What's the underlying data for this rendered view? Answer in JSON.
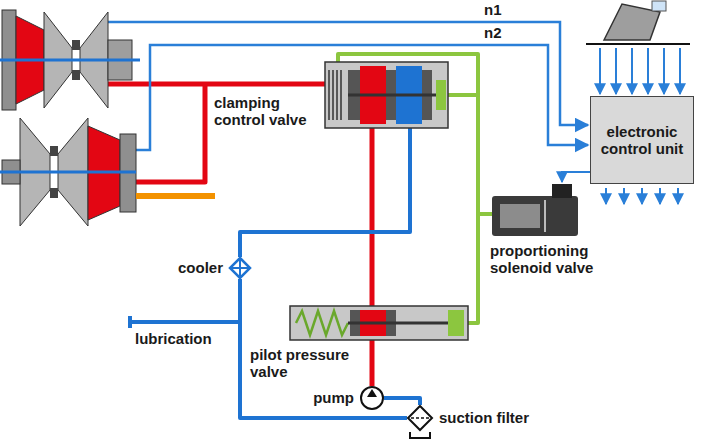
{
  "diagram": {
    "nodes": [
      {
        "text": [
          "electronic control unit"
        ]
      },
      {
        "text": [
          "cooler"
        ]
      },
      {
        "text": [
          "pump"
        ]
      },
      {
        "text": [
          "suction filter"
        ]
      }
    ],
    "edges": [
      {
        "from": 1,
        "to": 3,
        "arrow": "none"
      },
      {
        "from": 3,
        "to": 2,
        "arrow": "none"
      }
    ],
    "labels": [
      "n1",
      "n2",
      "clamping control valve",
      "proportioning solenoid valve",
      "pilot pressure valve",
      "lubrication"
    ]
  }
}
